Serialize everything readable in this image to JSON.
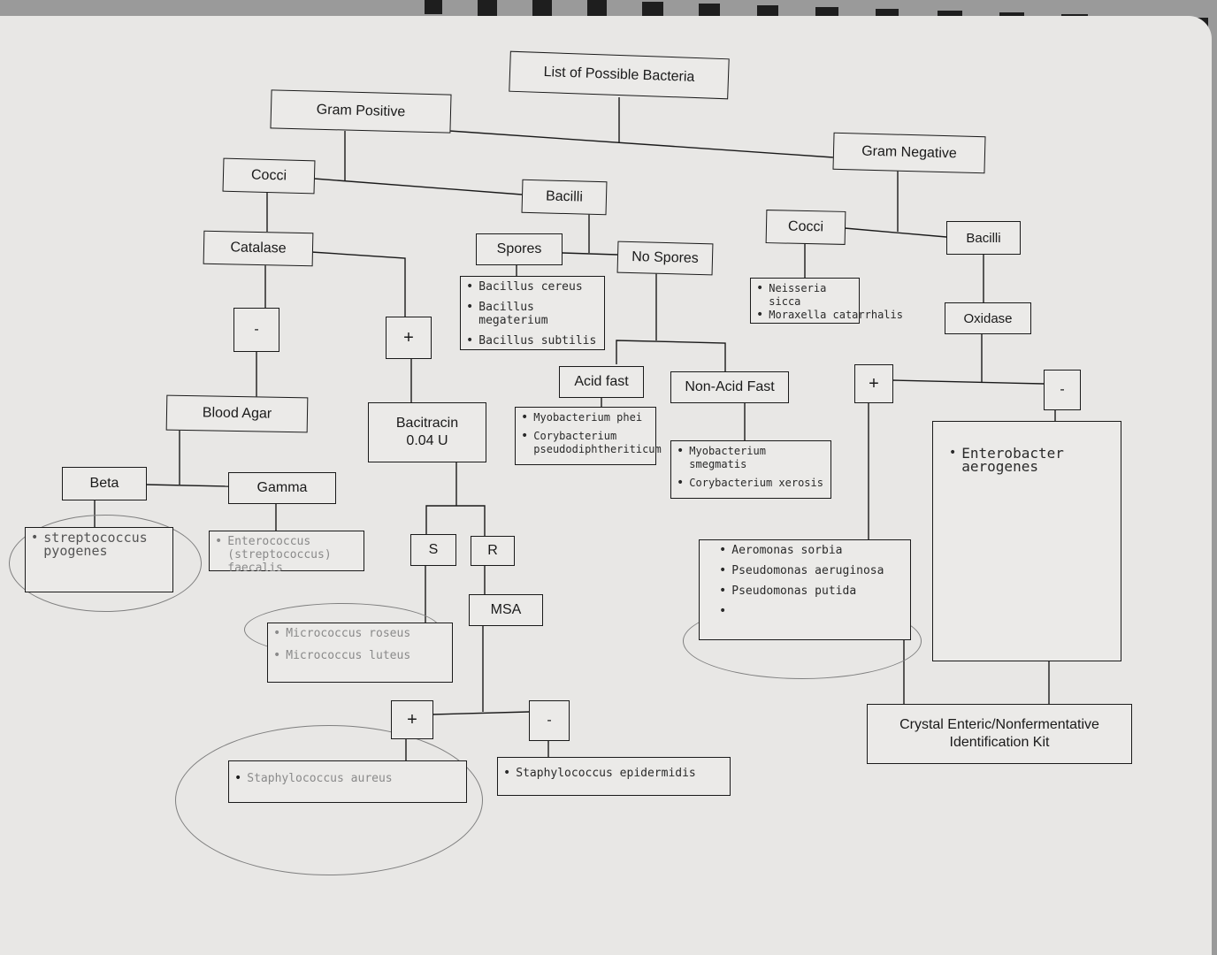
{
  "nodes": {
    "root": "List of Possible Bacteria",
    "gram_pos": "Gram Positive",
    "gram_neg": "Gram Negative",
    "gp_cocci": "Cocci",
    "gp_bacilli": "Bacilli",
    "catalase": "Catalase",
    "cat_neg": "-",
    "cat_pos": "+",
    "blood_agar": "Blood Agar",
    "beta": "Beta",
    "gamma": "Gamma",
    "bacitracin": "Bacitracin\n0.04 U",
    "s": "S",
    "r": "R",
    "msa": "MSA",
    "msa_pos": "+",
    "msa_neg": "-",
    "spores": "Spores",
    "no_spores": "No Spores",
    "acid_fast": "Acid fast",
    "non_acid_fast": "Non-Acid Fast",
    "gn_cocci": "Cocci",
    "gn_bacilli": "Bacilli",
    "oxidase": "Oxidase",
    "ox_pos": "+",
    "ox_neg": "-",
    "crystal_kit": "Crystal Enteric/Nonfermentative\nIdentification Kit"
  },
  "handwritten": {
    "beta_list": [
      "streptococcus pyogenes"
    ],
    "gamma_list": [
      "Enterococcus (streptococcus) faecalis"
    ],
    "s_list": [
      "Micrococcus roseus",
      "Micrococcus luteus"
    ],
    "msa_pos_list": [
      "Staphylococcus aureus"
    ],
    "msa_neg_list": [
      "Staphylococcus epidermidis"
    ],
    "spores_list": [
      "Bacillus cereus",
      "Bacillus megaterium",
      "Bacillus subtilis"
    ],
    "acid_fast_list": [
      "Myobacterium phei",
      "Corybacterium pseudodiphtheriticum"
    ],
    "non_acid_list": [
      "Myobacterium smegmatis",
      "Corybacterium xerosis"
    ],
    "gn_cocci_list": [
      "Neisseria sicca",
      "Moraxella catarrhalis"
    ],
    "ox_pos_list": [
      "Aeromonas sorbia",
      "Pseudomonas aeruginosa",
      "Pseudomonas putida",
      ""
    ],
    "ox_neg_list": [
      "Enterobacter aerogenes"
    ]
  },
  "bullet": "•"
}
